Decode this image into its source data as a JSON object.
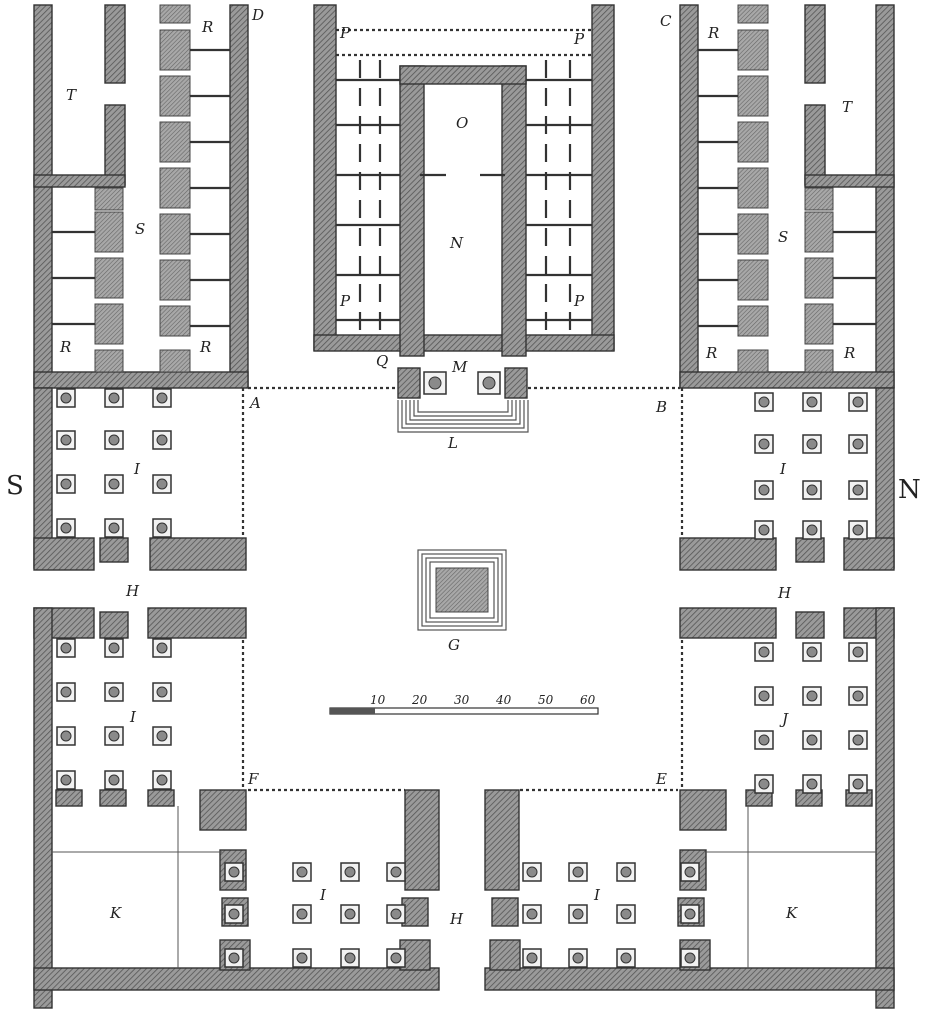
{
  "orientation": {
    "left": "S",
    "right": "N"
  },
  "labels": {
    "T": "T",
    "R": "R",
    "S": "S",
    "D": "D",
    "C": "C",
    "P": "P",
    "O": "O",
    "N": "N",
    "Q": "Q",
    "M": "M",
    "A": "A",
    "B": "B",
    "L": "L",
    "G": "G",
    "H": "H",
    "I": "I",
    "F": "F",
    "E": "E",
    "K": "K",
    "J": "J"
  },
  "scale": {
    "ticks": [
      "10",
      "20",
      "30",
      "40",
      "50",
      "60"
    ]
  },
  "colors": {
    "ink": "#333333",
    "hatch": "#7a7a7a",
    "paper": "#ffffff"
  }
}
